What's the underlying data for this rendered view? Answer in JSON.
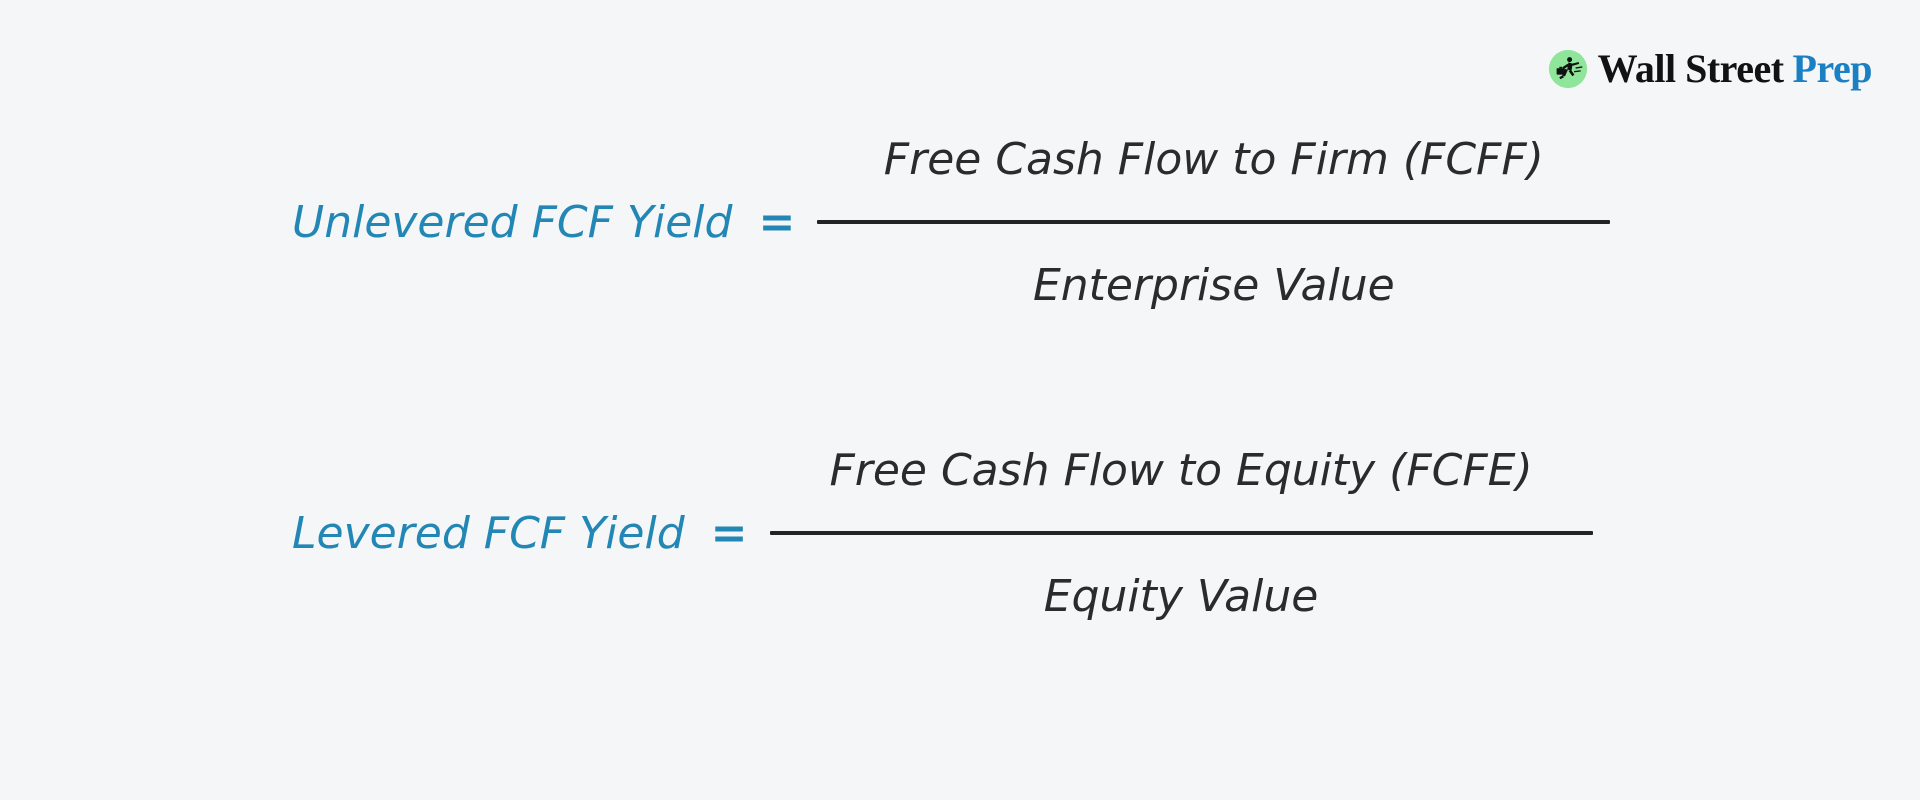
{
  "page": {
    "background_color": "#f4f6f8",
    "accent_color": "#2387b5",
    "text_color": "#2b2b2d",
    "brand_blue": "#1b7fc4",
    "brand_green": "#8fe59a"
  },
  "brand": {
    "mark_icon": "running-businessman-icon",
    "word_primary": "Wall Street",
    "word_accent": "Prep"
  },
  "formulas": [
    {
      "id": "unlevered-fcf-yield",
      "label": "Unlevered FCF Yield",
      "operator": "=",
      "numerator": "Free Cash Flow to Firm (FCFF)",
      "denominator": "Enterprise Value"
    },
    {
      "id": "levered-fcf-yield",
      "label": "Levered FCF Yield",
      "operator": "=",
      "numerator": "Free Cash Flow to Equity (FCFE)",
      "denominator": "Equity Value"
    }
  ]
}
